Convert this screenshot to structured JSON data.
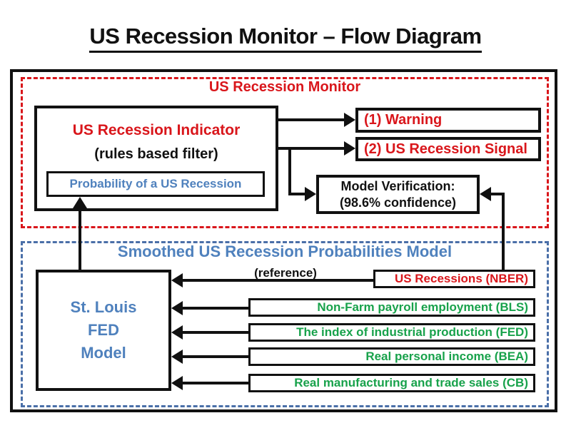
{
  "title": "US Recession Monitor – Flow Diagram",
  "monitor_section": {
    "label": "US Recession Monitor",
    "indicator": {
      "title": "US Recession Indicator",
      "subtitle": "(rules based filter)",
      "probability_label": "Probability of a US Recession"
    },
    "outputs": [
      {
        "label": "(1) Warning"
      },
      {
        "label": "(2) US Recession Signal"
      }
    ],
    "verification": "Model Verification:\n(98.6% confidence)"
  },
  "model_section": {
    "label": "Smoothed US Recession Probabilities Model",
    "reference_label": "(reference)",
    "model_box": "St. Louis\nFED\nModel",
    "recessions_label": "US Recessions (NBER)",
    "inputs": [
      "Non-Farm payroll employment (BLS)",
      "The index of industrial production (FED)",
      "Real personal income (BEA)",
      "Real manufacturing and trade sales (CB)"
    ]
  },
  "colors": {
    "red": "#d9161b",
    "blue_text": "#4f81bd",
    "blue_dash": "#4a6fa8",
    "green": "#18a24b",
    "black": "#111111"
  }
}
